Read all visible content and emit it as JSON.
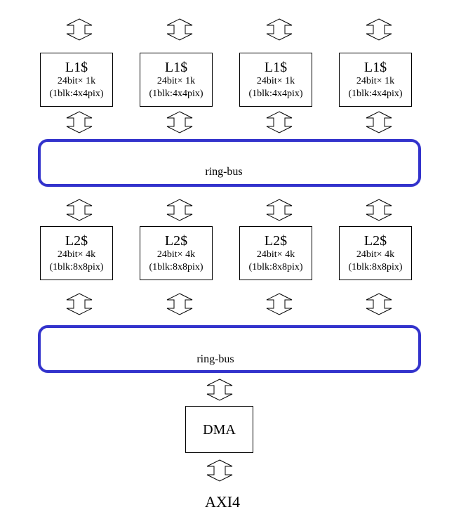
{
  "l1_caches": [
    {
      "title": "L1$",
      "size": "24bit× 1k",
      "block": "(1blk:4x4pix)"
    },
    {
      "title": "L1$",
      "size": "24bit× 1k",
      "block": "(1blk:4x4pix)"
    },
    {
      "title": "L1$",
      "size": "24bit× 1k",
      "block": "(1blk:4x4pix)"
    },
    {
      "title": "L1$",
      "size": "24bit× 1k",
      "block": "(1blk:4x4pix)"
    }
  ],
  "ring_bus_1": {
    "label": "ring-bus"
  },
  "l2_caches": [
    {
      "title": "L2$",
      "size": "24bit× 4k",
      "block": "(1blk:8x8pix)"
    },
    {
      "title": "L2$",
      "size": "24bit× 4k",
      "block": "(1blk:8x8pix)"
    },
    {
      "title": "L2$",
      "size": "24bit× 4k",
      "block": "(1blk:8x8pix)"
    },
    {
      "title": "L2$",
      "size": "24bit× 4k",
      "block": "(1blk:8x8pix)"
    }
  ],
  "ring_bus_2": {
    "label": "ring-bus"
  },
  "dma": {
    "title": "DMA"
  },
  "interface": {
    "label": "AXI4"
  },
  "colors": {
    "ring_border": "#3333cc",
    "box_border": "#000000"
  }
}
